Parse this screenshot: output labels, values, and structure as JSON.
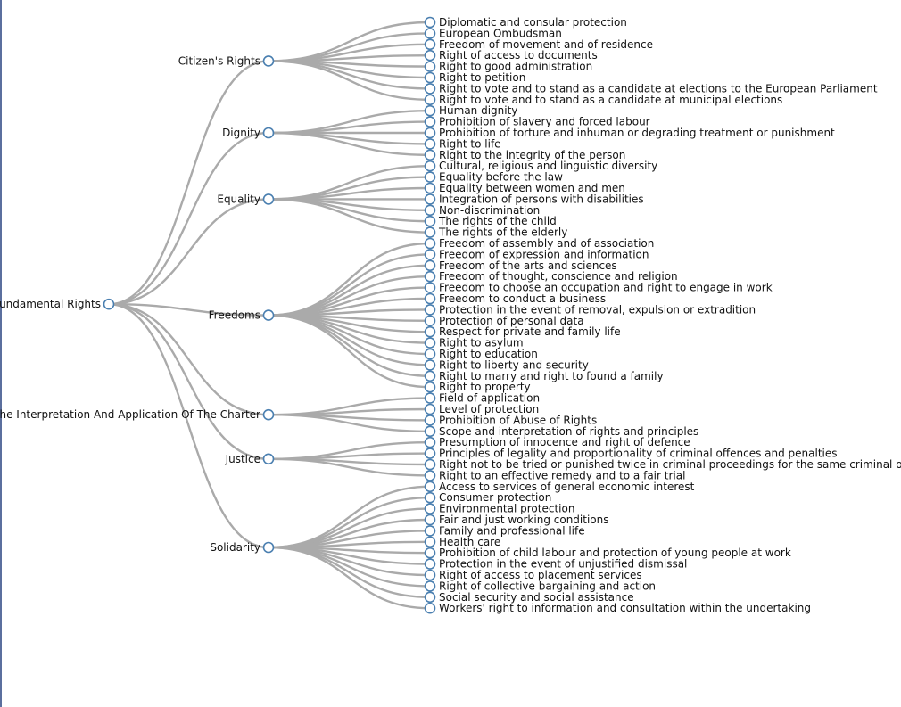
{
  "tree": {
    "root": {
      "label": "Fundamental Rights",
      "children": [
        {
          "label": "Citizen's Rights",
          "children": [
            "Diplomatic and consular protection",
            "European Ombudsman",
            "Freedom of movement and of residence",
            "Right of access to documents",
            "Right to good administration",
            "Right to petition",
            "Right to vote and to stand as a candidate at elections to the European Parliament",
            "Right to vote and to stand as a candidate at municipal elections"
          ]
        },
        {
          "label": "Dignity",
          "children": [
            "Human dignity",
            "Prohibition of slavery and forced labour",
            "Prohibition of torture and inhuman or degrading treatment or punishment",
            "Right to life",
            "Right to the integrity of the person"
          ]
        },
        {
          "label": "Equality",
          "children": [
            "Cultural, religious and linguistic diversity",
            "Equality before the law",
            "Equality between women and men",
            "Integration of persons with disabilities",
            "Non-discrimination",
            "The rights of the child",
            "The rights of the elderly"
          ]
        },
        {
          "label": "Freedoms",
          "children": [
            "Freedom of assembly and of association",
            "Freedom of expression and information",
            "Freedom of the arts and sciences",
            "Freedom of thought, conscience and religion",
            "Freedom to choose an occupation and right to engage in work",
            "Freedom to conduct a business",
            "Protection in the event of removal, expulsion or extradition",
            "Protection of personal data",
            "Respect for private and family life",
            "Right to asylum",
            "Right to education",
            "Right to liberty and security",
            "Right to marry and right to found a family",
            "Right to property"
          ]
        },
        {
          "label": "ng The Interpretation And Application Of The Charter",
          "children": [
            "Field of application",
            "Level of protection",
            "Prohibition of Abuse of Rights",
            "Scope and interpretation of rights and principles"
          ]
        },
        {
          "label": "Justice",
          "children": [
            "Presumption of innocence and right of defence",
            "Principles of legality and proportionality of criminal offences and penalties",
            "Right not to be tried or punished twice in criminal proceedings for the same criminal offence",
            "Right to an effective remedy and to a fair trial"
          ]
        },
        {
          "label": "Solidarity",
          "children": [
            "Access to services of general economic interest",
            "Consumer protection",
            "Environmental protection",
            "Fair and just working conditions",
            "Family and professional life",
            "Health care",
            "Prohibition of child labour and protection of young people at work",
            "Protection in the event of unjustified dismissal",
            "Right of access to placement services",
            "Right of collective bargaining and action",
            "Social security and social assistance",
            "Workers' right to information and consultation within the undertaking"
          ]
        }
      ]
    }
  },
  "colors": {
    "link": "#aaaaaa",
    "node_stroke": "#4a7fb0",
    "node_fill": "#ffffff"
  }
}
